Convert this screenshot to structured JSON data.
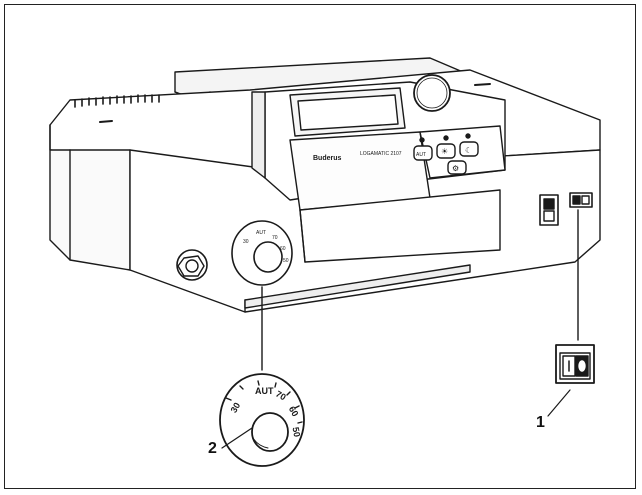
{
  "callouts": {
    "one": "1",
    "two": "2"
  },
  "device": {
    "brand_label": "Buderus",
    "model_label": "LOGAMATIC 2107",
    "button_auto": "AUT",
    "button_sun": "☀",
    "button_moon": "☾",
    "button_service": "⚙"
  },
  "dial": {
    "auto_label": "AUT",
    "scale_labels": [
      "30",
      "70",
      "60",
      "50"
    ]
  }
}
